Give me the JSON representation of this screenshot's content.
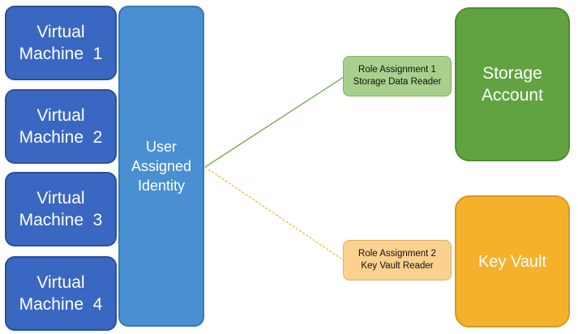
{
  "virtual_machines": [
    {
      "line1": "Virtual",
      "line2": "Machine  1"
    },
    {
      "line1": "Virtual",
      "line2": "Machine  2"
    },
    {
      "line1": "Virtual",
      "line2": "Machine  3"
    },
    {
      "line1": "Virtual",
      "line2": "Machine  4"
    }
  ],
  "identity": {
    "line1": "User",
    "line2": "Assigned",
    "line3": "Identity"
  },
  "role_assignments": [
    {
      "line1": "Role Assignment 1",
      "line2": "Storage Data Reader"
    },
    {
      "line1": "Role Assignment 2",
      "line2": "Key Vault Reader"
    }
  ],
  "storage": {
    "line1": "Storage",
    "line2": "Account"
  },
  "keyvault": {
    "label": "Key Vault"
  },
  "colors": {
    "vm_fill": "#3a67c2",
    "identity_fill": "#4a8fd1",
    "storage_fill": "#62a341",
    "keyvault_fill": "#f6b12c",
    "role1_fill": "#a8d08d",
    "role2_fill": "#fbd18f",
    "storage_connector": "#62a341",
    "keyvault_connector": "#f6b12c"
  }
}
